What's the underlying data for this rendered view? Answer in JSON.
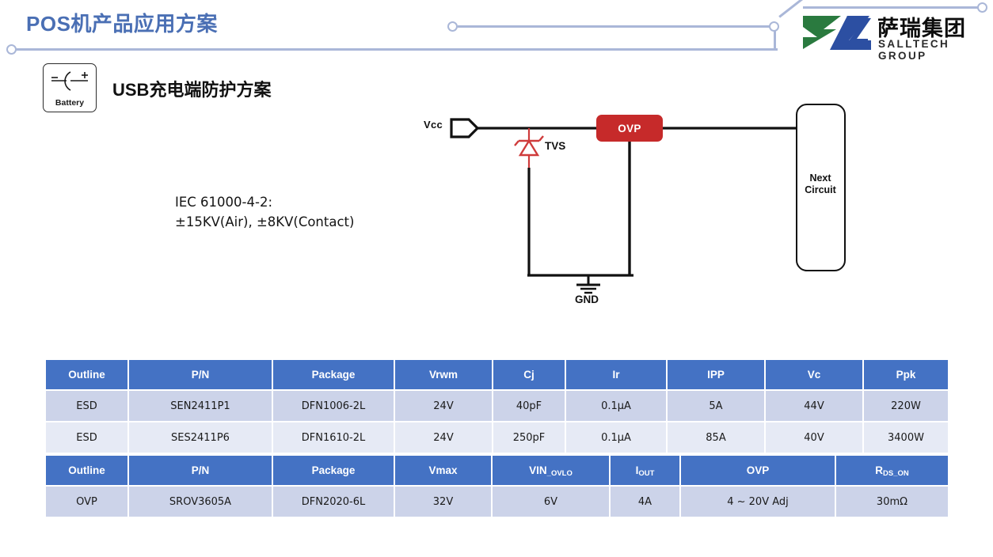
{
  "header": {
    "title": "POS机产品应用方案",
    "title_color": "#4a6fb4",
    "logo": {
      "name_cn": "萨瑞集团",
      "name_en": "SALLTECH GROUP",
      "mark_green": "#2a7a3f",
      "mark_blue": "#2c4fa2",
      "icon": "salltech-logo-mark"
    },
    "decoration_color": "#aab7d8"
  },
  "section": {
    "badge": {
      "icon": "battery-icon",
      "label": "Battery"
    },
    "title": "USB充电端防护方案",
    "title_latin": "USB",
    "title_cjk": "充电端防护方案"
  },
  "note": {
    "line1": "IEC 61000-4-2:",
    "line2": "±15KV(Air), ±8KV(Contact)"
  },
  "circuit": {
    "vcc_label": "Vcc",
    "tvs_label": "TVS",
    "gnd_label": "GND",
    "ovp_label": "OVP",
    "ovp_color": "#c62a2a",
    "tvs_color": "#cf3b3b",
    "next_line1": "Next",
    "next_line2": "Circuit"
  },
  "table1": {
    "headers": [
      "Outline",
      "P/N",
      "Package",
      "Vrwm",
      "Cj",
      "Ir",
      "IPP",
      "Vc",
      "Ppk"
    ],
    "rows": [
      [
        "ESD",
        "SEN2411P1",
        "DFN1006-2L",
        "24V",
        "40pF",
        "0.1µA",
        "5A",
        "44V",
        "220W"
      ],
      [
        "ESD",
        "SES2411P6",
        "DFN1610-2L",
        "24V",
        "250pF",
        "0.1µA",
        "85A",
        "40V",
        "3400W"
      ]
    ]
  },
  "table2": {
    "headers": [
      "Outline",
      "P/N",
      "Package",
      "Vmax",
      "VIN_OVLO",
      "IOUT",
      "OVP",
      "RDS_ON"
    ],
    "header_parts": [
      {
        "main": "Outline",
        "sub": ""
      },
      {
        "main": "P/N",
        "sub": ""
      },
      {
        "main": "Package",
        "sub": ""
      },
      {
        "main": "Vmax",
        "sub": ""
      },
      {
        "main": "VIN",
        "sub": "_OVLO"
      },
      {
        "main": "I",
        "sub": "OUT"
      },
      {
        "main": "OVP",
        "sub": ""
      },
      {
        "main": "R",
        "sub": "DS_ON"
      }
    ],
    "rows": [
      [
        "OVP",
        "SROV3605A",
        "DFN2020-6L",
        "32V",
        "6V",
        "4A",
        "4 ~ 20V Adj",
        "30mΩ"
      ]
    ]
  },
  "theme": {
    "header_bg": "#4472c4",
    "row_odd": "#ccd3e9",
    "row_even": "#e6eaf5"
  }
}
